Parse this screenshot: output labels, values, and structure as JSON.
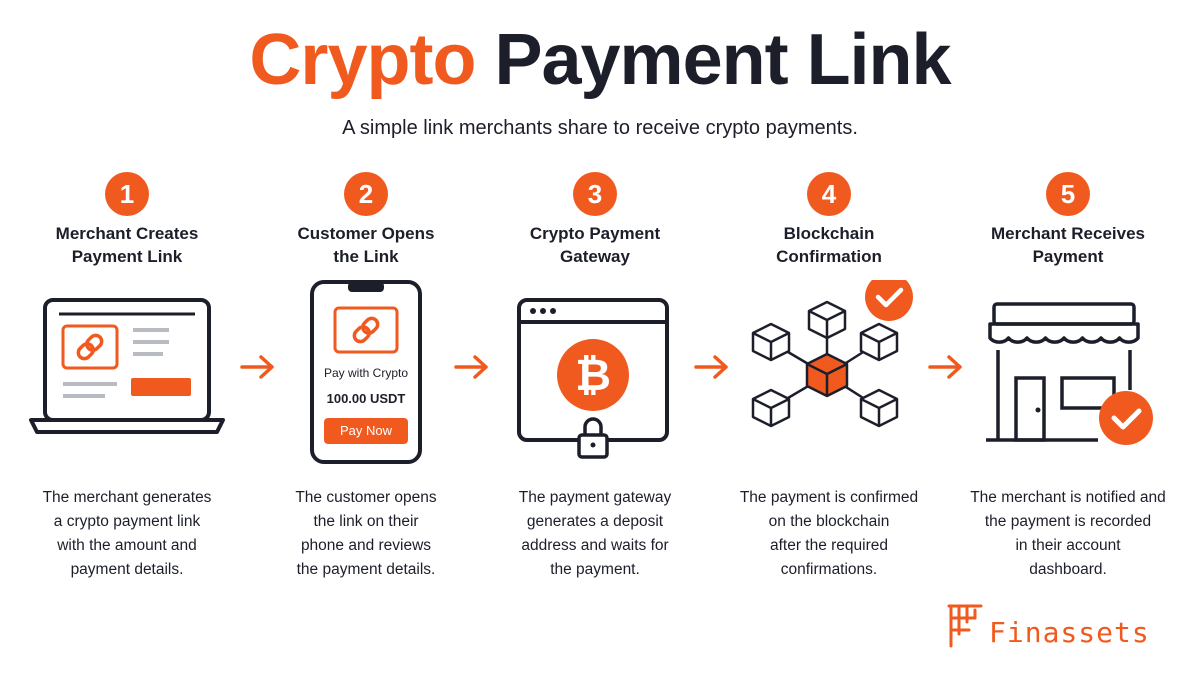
{
  "title": {
    "accent": "Crypto",
    "rest": "Payment Link"
  },
  "subtitle": "A simple link merchants share to receive crypto payments.",
  "colors": {
    "accent": "#f15a1f",
    "dark": "#1c1f2a",
    "background": "#ffffff"
  },
  "steps": [
    {
      "number": "1",
      "title": "Merchant Creates\nPayment Link",
      "description": "The merchant generates\na crypto payment link\nwith the amount and\npayment details.",
      "icon": "laptop-link-icon"
    },
    {
      "number": "2",
      "title": "Customer Opens\nthe Link",
      "description": "The customer opens\nthe link on their\nphone and reviews\nthe payment details.",
      "icon": "phone-payment-icon",
      "phone": {
        "pay_label": "Pay with Crypto",
        "amount": "100.00 USDT",
        "button": "Pay Now"
      }
    },
    {
      "number": "3",
      "title": "Crypto Payment\nGateway",
      "description": "The payment gateway\ngenerates a deposit\naddress and waits for\nthe payment.",
      "icon": "browser-bitcoin-lock-icon"
    },
    {
      "number": "4",
      "title": "Blockchain\nConfirmation",
      "description": "The payment is confirmed\non the blockchain\nafter the required\nconfirmations.",
      "icon": "blockchain-network-icon"
    },
    {
      "number": "5",
      "title": "Merchant Receives\nPayment",
      "description": "The merchant is notified and\nthe payment is recorded\nin their account\ndashboard.",
      "icon": "store-check-icon"
    }
  ],
  "brand": {
    "name": "Finassets"
  }
}
